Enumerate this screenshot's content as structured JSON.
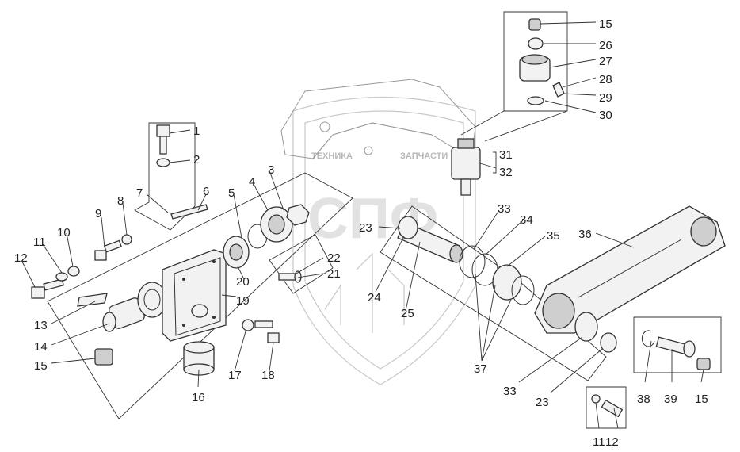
{
  "watermark": {
    "text_left": "ТЕХНИКА",
    "text_right": "ЗАПЧАСТИ",
    "logo": "СПФ"
  },
  "callouts": [
    "1",
    "2",
    "3",
    "4",
    "5",
    "6",
    "7",
    "8",
    "9",
    "10",
    "11",
    "11",
    "12",
    "12",
    "13",
    "14",
    "15",
    "15",
    "15",
    "16",
    "17",
    "18",
    "19",
    "20",
    "21",
    "22",
    "23",
    "23",
    "24",
    "25",
    "26",
    "27",
    "28",
    "29",
    "30",
    "31",
    "32",
    "33",
    "33",
    "34",
    "35",
    "36",
    "37",
    "38",
    "39"
  ]
}
